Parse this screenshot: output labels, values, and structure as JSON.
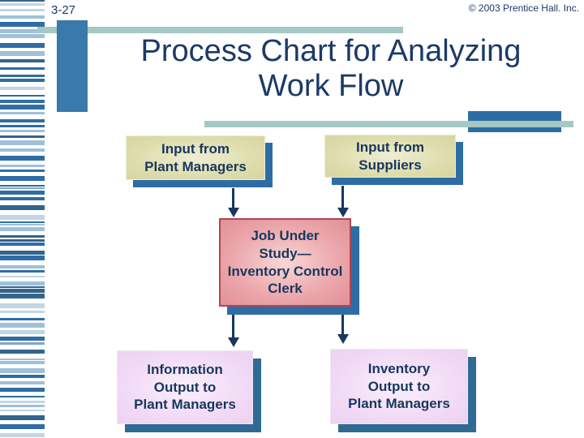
{
  "slide": {
    "slide_number": "3-27",
    "copyright": "© 2003 Prentice Hall. Inc.",
    "title_line1": "Process Chart for Analyzing",
    "title_line2": "Work Flow"
  },
  "diagram": {
    "type": "process-flow",
    "nodes": {
      "input_plant_managers": {
        "role": "input",
        "lines": [
          "Input from",
          "Plant Managers"
        ]
      },
      "input_suppliers": {
        "role": "input",
        "lines": [
          "Input from",
          "Suppliers"
        ]
      },
      "job_under_study": {
        "role": "process",
        "lines": [
          "Job Under",
          "Study—",
          "Inventory Control",
          "Clerk"
        ]
      },
      "information_output": {
        "role": "output",
        "lines": [
          "Information",
          "Output to",
          "Plant Managers"
        ]
      },
      "inventory_output": {
        "role": "output",
        "lines": [
          "Inventory",
          "Output to",
          "Plant Managers"
        ]
      }
    },
    "edges": [
      {
        "from": "input_plant_managers",
        "to": "job_under_study"
      },
      {
        "from": "input_suppliers",
        "to": "job_under_study"
      },
      {
        "from": "job_under_study",
        "to": "information_output"
      },
      {
        "from": "job_under_study",
        "to": "inventory_output"
      }
    ]
  },
  "colors": {
    "navy_text": "#17375e",
    "steel_blue_bar": "#3a79ab",
    "navy_bar": "#2e6da4",
    "teal_line": "#a5c8c3",
    "khaki_fill": "#dedcab",
    "pink_fill": "#e9a0a7",
    "pink_border": "#b04552",
    "lavender_fill": "#f2dbf6",
    "shadow_blue": "#2e6da4",
    "barcode_palette": [
      "#2f6da4",
      "#9fc0d8",
      "#c2d5e2",
      "#34648c",
      "#7fa9c8"
    ]
  }
}
